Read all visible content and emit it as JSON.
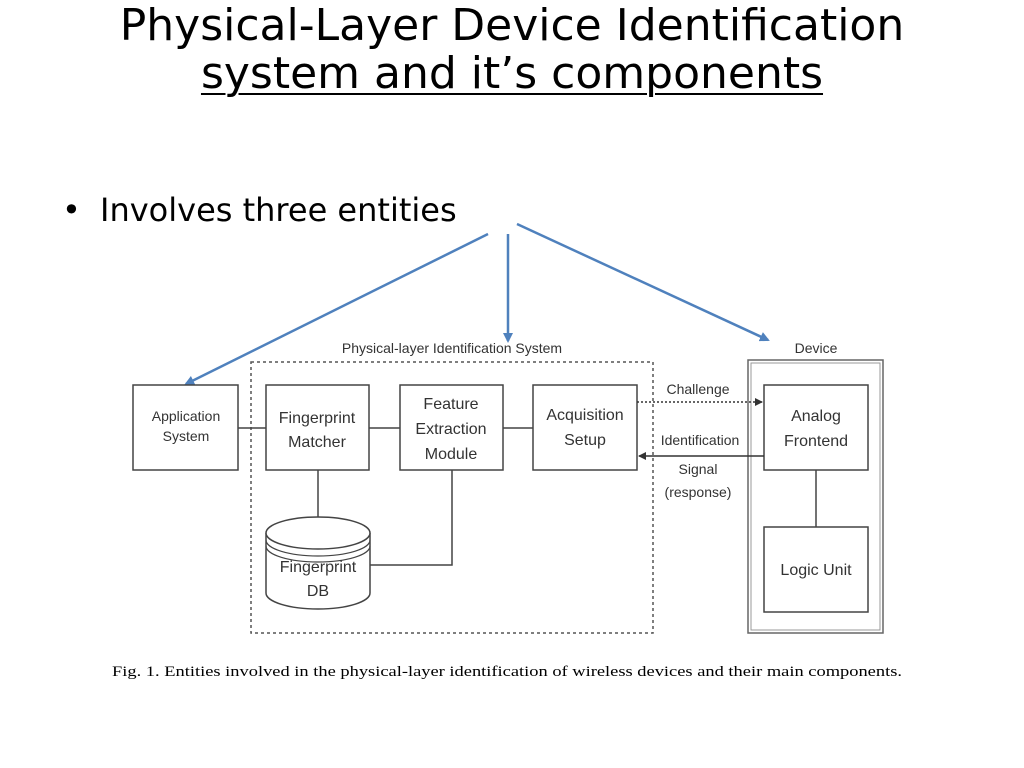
{
  "slide": {
    "title_line1": "Physical-Layer Device Identification",
    "title_line2": "system and it’s components",
    "bullet_marker": "•",
    "bullet_text": "Involves three entities"
  },
  "diagram": {
    "system_group_label": "Physical-layer Identification System",
    "device_group_label": "Device",
    "application_system": [
      "Application",
      "System"
    ],
    "fingerprint_matcher": [
      "Fingerprint",
      "Matcher"
    ],
    "feature_extraction": [
      "Feature",
      "Extraction",
      "Module"
    ],
    "acquisition_setup": [
      "Acquisition",
      "Setup"
    ],
    "fingerprint_db": [
      "Fingerprint",
      "DB"
    ],
    "analog_frontend": [
      "Analog",
      "Frontend"
    ],
    "logic_unit": "Logic Unit",
    "challenge_label": "Challenge",
    "identification_signal": [
      "Identification",
      "Signal",
      "(response)"
    ],
    "caption": "Fig. 1.   Entities involved in the physical-layer identification of wireless devices and their main components.",
    "arrow_color": "#4f81bd",
    "line_color": "#444444"
  }
}
